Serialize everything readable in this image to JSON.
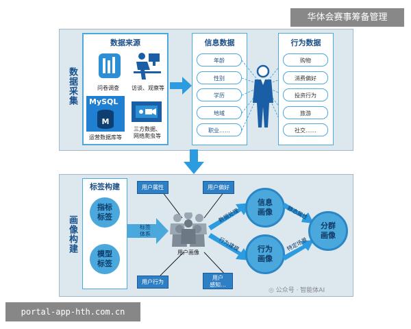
{
  "banner_title": "华体会赛事筹备管理",
  "footer_url": "portal-app-hth.com.cn",
  "watermark": "公众号 · 智能体AI",
  "collection": {
    "title": "数据采集",
    "sources": {
      "title": "数据来源",
      "items": [
        {
          "label": "问卷调查"
        },
        {
          "label": "访谈、观察等"
        },
        {
          "label": "运营数据库等",
          "icon_text": "MySQL"
        },
        {
          "label": "三方数据、\n网络爬虫等"
        }
      ]
    },
    "info": {
      "title": "信息数据",
      "items": [
        "年龄",
        "性别",
        "学历",
        "地域",
        "职业……"
      ]
    },
    "behavior": {
      "title": "行为数据",
      "items": [
        "购物",
        "消费偏好",
        "投资行为",
        "旅游",
        "社交……"
      ]
    }
  },
  "profile": {
    "title": "画像构建",
    "tag_build": {
      "title": "标签构建",
      "items": [
        "指标\n标签",
        "模型\n标签"
      ]
    },
    "tag_system": "标签\n体系",
    "user_profile": "用户画像",
    "dims": [
      "用户属性",
      "用户偏好",
      "用户行为",
      "用户\n感知..."
    ],
    "arrows": [
      "数据处理",
      "行为建模",
      "静态属性",
      "特定场景"
    ],
    "info_profile": "信息\n画像",
    "behavior_profile": "行为\n画像",
    "cluster_profile": "分群\n画像"
  },
  "colors": {
    "accent": "#4aa8dc",
    "dark": "#1b4f86",
    "frame": "#dde7ee"
  }
}
